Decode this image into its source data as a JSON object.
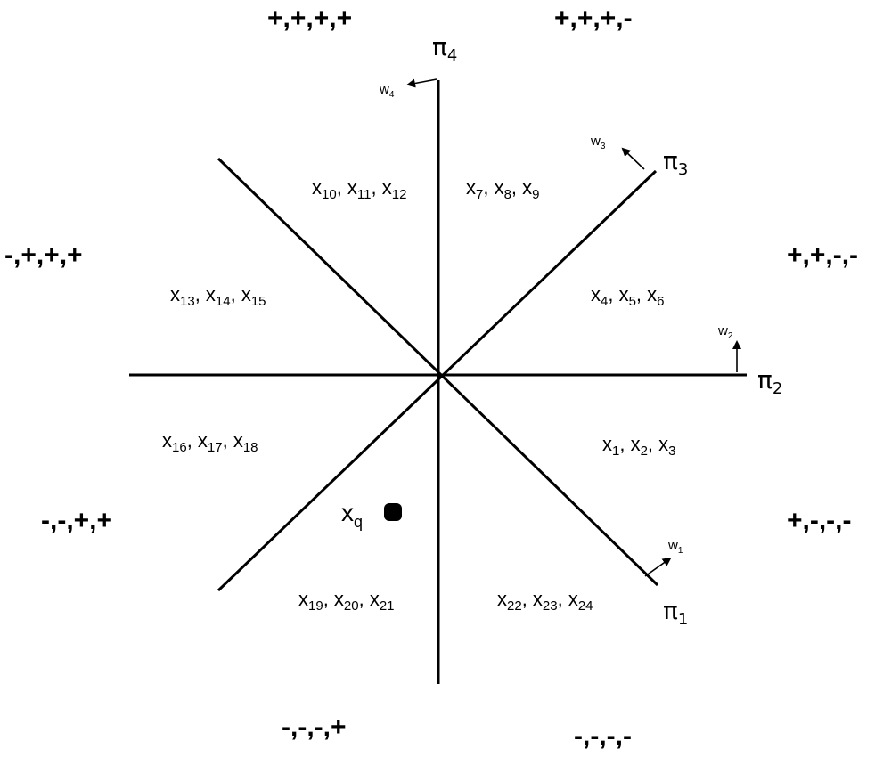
{
  "hyperplanes": [
    {
      "id": "pi1",
      "label": "π",
      "sub": "1"
    },
    {
      "id": "pi2",
      "label": "π",
      "sub": "2"
    },
    {
      "id": "pi3",
      "label": "π",
      "sub": "3"
    },
    {
      "id": "pi4",
      "label": "π",
      "sub": "4"
    }
  ],
  "normals": [
    {
      "id": "w1",
      "label": "w",
      "sub": "1"
    },
    {
      "id": "w2",
      "label": "w",
      "sub": "2"
    },
    {
      "id": "w3",
      "label": "w",
      "sub": "3"
    },
    {
      "id": "w4",
      "label": "w",
      "sub": "4"
    }
  ],
  "sign_codes": [
    "+,+,+,+",
    "+,+,+,-",
    "-,+,+,+",
    "+,+,-,-",
    "-,-,+,+",
    "+,-,-,-",
    "-,-,-,+",
    "-,-,-,-"
  ],
  "regions": [
    {
      "items": [
        {
          "v": "x",
          "s": "1"
        },
        {
          "v": "x",
          "s": "2"
        },
        {
          "v": "x",
          "s": "3"
        }
      ]
    },
    {
      "items": [
        {
          "v": "x",
          "s": "4"
        },
        {
          "v": "x",
          "s": "5"
        },
        {
          "v": "x",
          "s": "6"
        }
      ]
    },
    {
      "items": [
        {
          "v": "x",
          "s": "7"
        },
        {
          "v": "x",
          "s": "8"
        },
        {
          "v": "x",
          "s": "9"
        }
      ]
    },
    {
      "items": [
        {
          "v": "x",
          "s": "10"
        },
        {
          "v": "x",
          "s": "11"
        },
        {
          "v": "x",
          "s": "12"
        }
      ]
    },
    {
      "items": [
        {
          "v": "x",
          "s": "13"
        },
        {
          "v": "x",
          "s": "14"
        },
        {
          "v": "x",
          "s": "15"
        }
      ]
    },
    {
      "items": [
        {
          "v": "x",
          "s": "16"
        },
        {
          "v": "x",
          "s": "17"
        },
        {
          "v": "x",
          "s": "18"
        }
      ]
    },
    {
      "items": [
        {
          "v": "x",
          "s": "19"
        },
        {
          "v": "x",
          "s": "20"
        },
        {
          "v": "x",
          "s": "21"
        }
      ]
    },
    {
      "items": [
        {
          "v": "x",
          "s": "22"
        },
        {
          "v": "x",
          "s": "23"
        },
        {
          "v": "x",
          "s": "24"
        }
      ]
    }
  ],
  "query": {
    "label": "x",
    "sub": "q"
  }
}
